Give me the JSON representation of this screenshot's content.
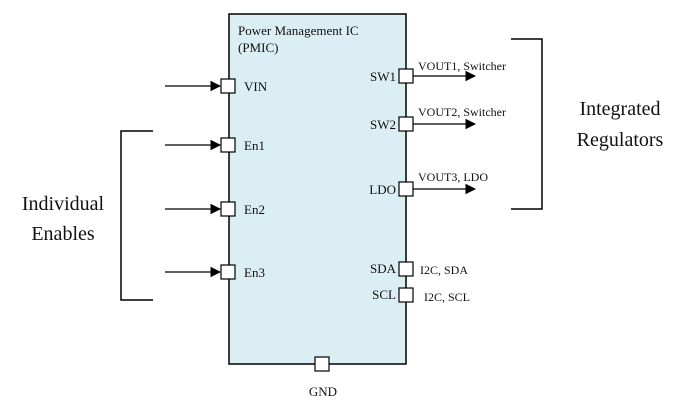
{
  "chip": {
    "title_line1": "Power Management IC",
    "title_line2": "(PMIC)",
    "fill": "#daeef4"
  },
  "inputs": [
    {
      "pin": "VIN"
    },
    {
      "pin": "En1"
    },
    {
      "pin": "En2"
    },
    {
      "pin": "En3"
    }
  ],
  "outputs": [
    {
      "pin": "SW1",
      "signal": "VOUT1, Switcher"
    },
    {
      "pin": "SW2",
      "signal": "VOUT2, Switcher"
    },
    {
      "pin": "LDO",
      "signal": "VOUT3, LDO"
    }
  ],
  "buses": [
    {
      "pin": "SDA",
      "signal": "I2C, SDA"
    },
    {
      "pin": "SCL",
      "signal": "I2C, SCL"
    }
  ],
  "ground": {
    "pin": "GND"
  },
  "groups": {
    "enables_line1": "Individual",
    "enables_line2": "Enables",
    "regulators_line1": "Integrated",
    "regulators_line2": "Regulators"
  }
}
